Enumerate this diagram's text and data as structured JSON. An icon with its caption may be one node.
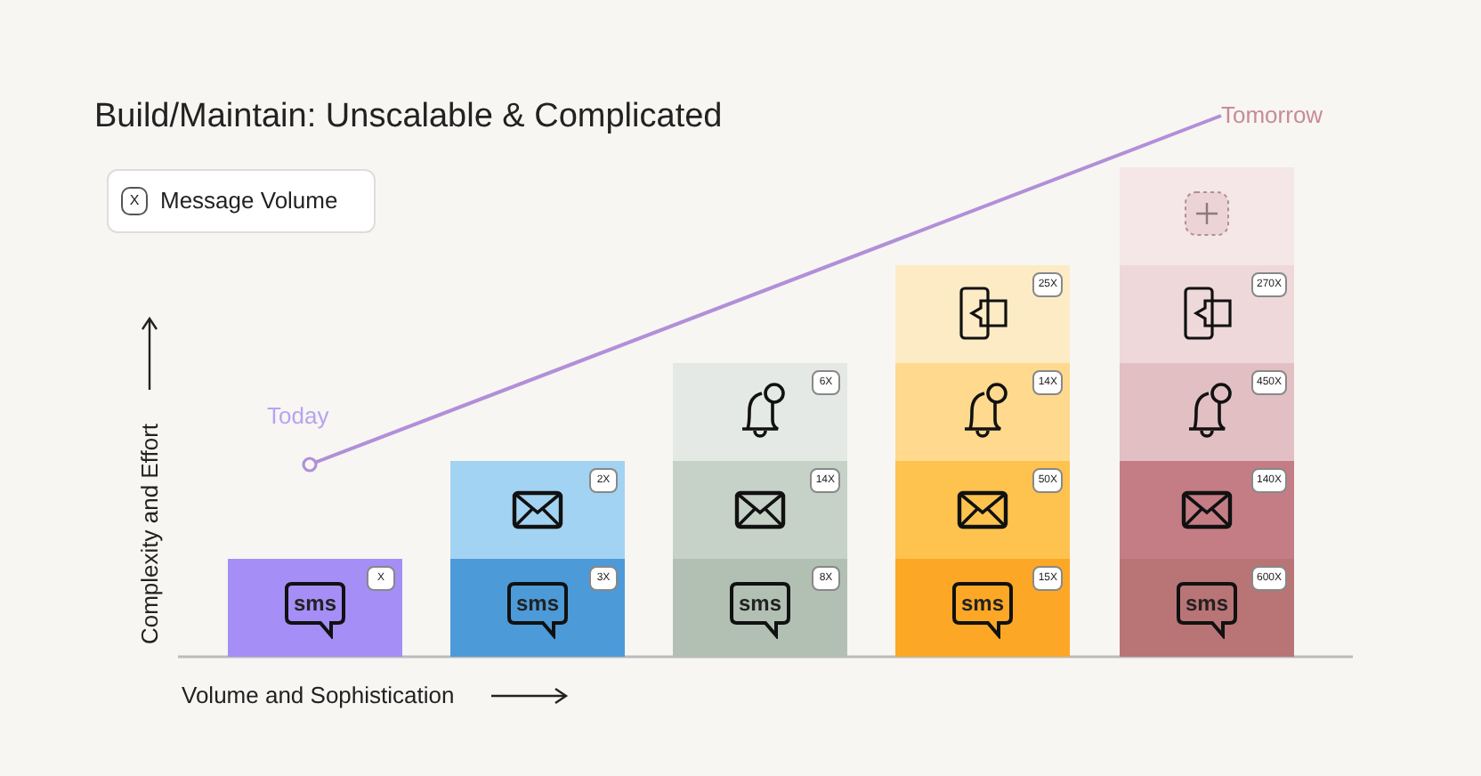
{
  "diagram": {
    "title": "Build/Maintain: Unscalable & Complicated",
    "nodes": [
      {
        "text": [
          "Today"
        ]
      },
      {
        "text": [
          "Tomorrow"
        ]
      },
      {
        "text": [
          "X"
        ]
      },
      {
        "text": [
          "2X"
        ]
      },
      {
        "text": [
          "3X"
        ]
      },
      {
        "text": [
          "6X"
        ]
      },
      {
        "text": [
          "14X"
        ]
      },
      {
        "text": [
          "8X"
        ]
      },
      {
        "text": [
          "25X"
        ]
      },
      {
        "text": [
          "14X"
        ]
      },
      {
        "text": [
          "50X"
        ]
      },
      {
        "text": [
          "15X"
        ]
      },
      {
        "text": [],
        "shape": "box"
      },
      {
        "text": [
          "270X"
        ]
      },
      {
        "text": [
          "450X"
        ]
      },
      {
        "text": [
          "140X"
        ]
      },
      {
        "text": [
          "600X"
        ]
      }
    ],
    "edges": [
      {
        "from": 0,
        "to": 1,
        "arrow": "other",
        "color": "#b28fd8"
      }
    ],
    "labels": [
      "X",
      "Message Volume",
      "Complexity and Effort",
      "Volume and Sophistication",
      "sms",
      "sms",
      "sms",
      "sms",
      "sms"
    ]
  }
}
